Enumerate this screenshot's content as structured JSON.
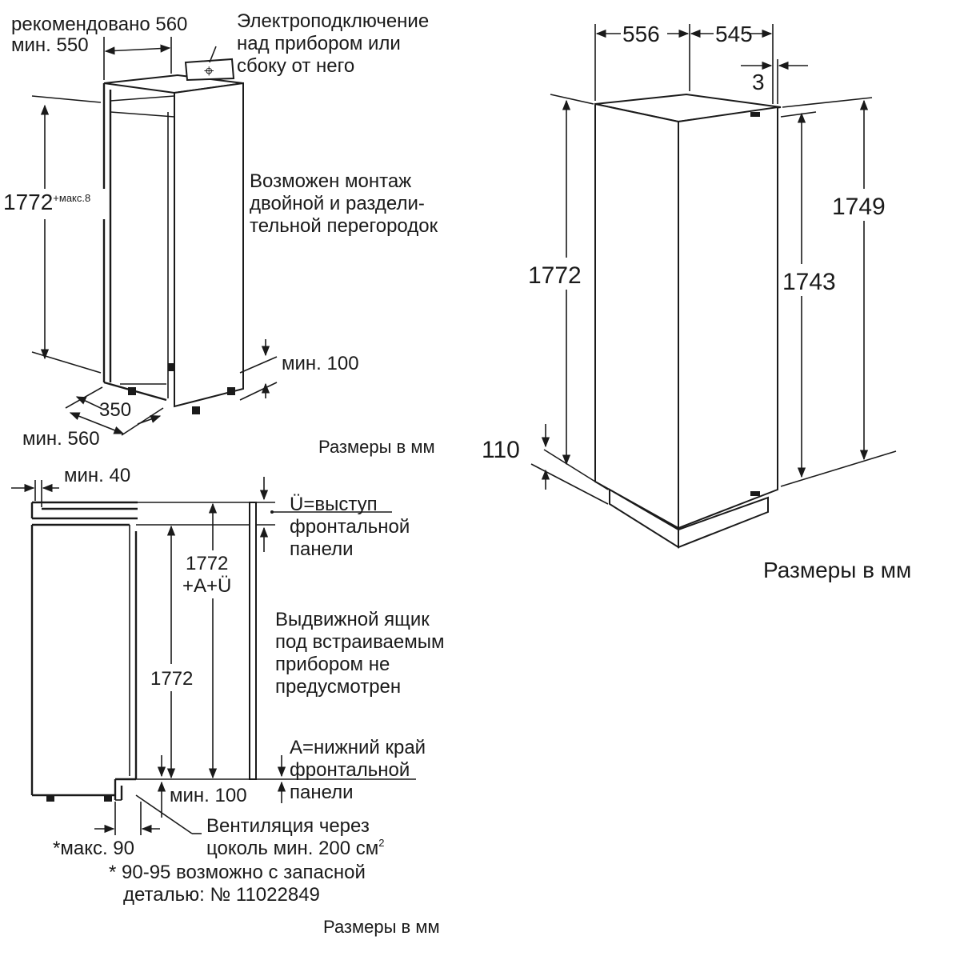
{
  "top_left": {
    "recommended": "рекомендовано 560",
    "min550": "мин. 550",
    "electric_line1": "Электроподключение",
    "electric_line2": "над прибором или",
    "electric_line3": "сбоку от него",
    "height": "1772",
    "height_sup": "+макс.8",
    "partition_line1": "Возможен монтаж",
    "partition_line2": "двойной и раздели-",
    "partition_line3": "тельной перегородок",
    "min100": "мин. 100",
    "w350": "350",
    "min560": "мин. 560",
    "units": "Размеры в мм"
  },
  "right": {
    "w556": "556",
    "d545": "545",
    "gap3": "3",
    "h1772": "1772",
    "h1749": "1749",
    "h1743": "1743",
    "plinth110": "110",
    "units": "Размеры в мм"
  },
  "bottom_left": {
    "min40": "мин. 40",
    "u_line1": "Ü=выступ",
    "u_line2": "фронтальной",
    "u_line3": "панели",
    "h_total_line1": "1772",
    "h_total_line2": "+A+Ü",
    "h1772": "1772",
    "drawer_line1": "Выдвижной ящик",
    "drawer_line2": "под встраиваемым",
    "drawer_line3": "прибором не",
    "drawer_line4": "предусмотрен",
    "a_line1": "A=нижний край",
    "a_line2": "фронтальной",
    "a_line3": "панели",
    "min100": "мин. 100",
    "vent_line1": "Вентиляция через",
    "vent_line2": "цоколь мин. 200 см",
    "vent_sup": "2",
    "max90": "*макс. 90",
    "note_line1": "* 90-95 возможно с запасной",
    "note_line2": "деталью: № 11022849",
    "units": "Размеры в мм"
  }
}
